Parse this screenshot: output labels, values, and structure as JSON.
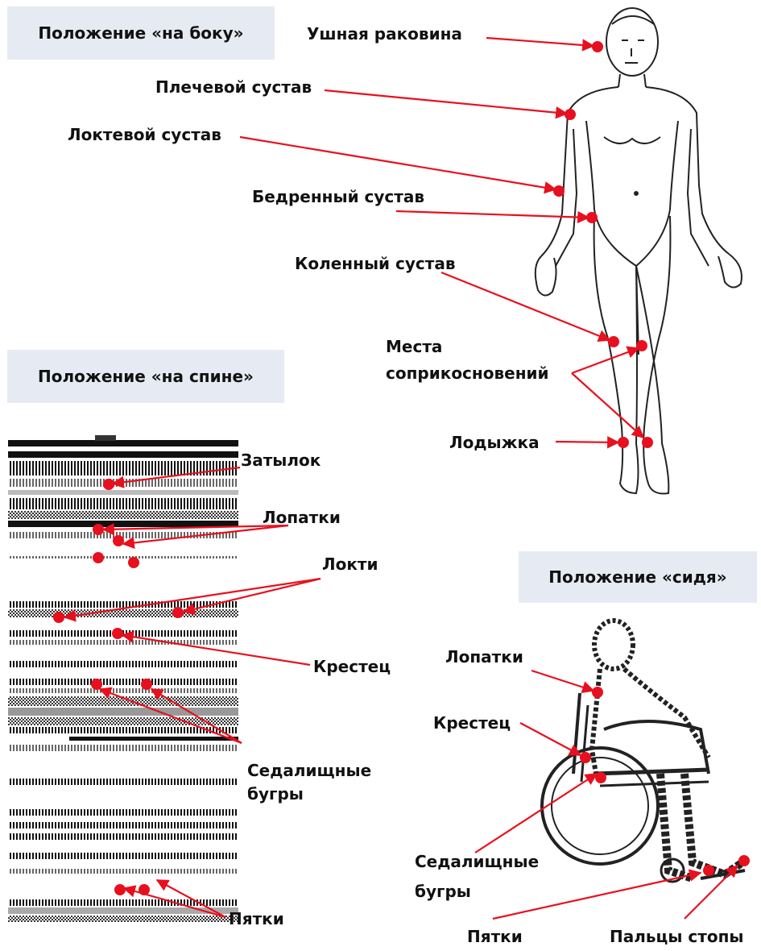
{
  "sections": {
    "side": "Положение «на боку»",
    "back": "Положение «на спине»",
    "sit": "Положение «сидя»"
  },
  "side_labels": {
    "ear": "Ушная раковина",
    "shoulder": "Плечевой сустав",
    "elbow": "Локтевой сустав",
    "hip": "Бедренный сустав",
    "knee": "Коленный сустав",
    "contact_1": "Места",
    "contact_2": "соприкосновений",
    "ankle": "Лодыжка"
  },
  "back_labels": {
    "occiput": "Затылок",
    "scapulae": "Лопатки",
    "elbows": "Локти",
    "sacrum": "Крестец",
    "ischial_1": "Седалищные",
    "ischial_2": "бугры",
    "heels": "Пятки"
  },
  "sit_labels": {
    "scapulae": "Лопатки",
    "sacrum": "Крестец",
    "ischial_1": "Седалищные",
    "ischial_2": "бугры",
    "heels": "Пятки",
    "toes": "Пальцы стопы"
  },
  "colors": {
    "accent": "#e8101e",
    "box": "#e6ebf3",
    "ink": "#111111"
  }
}
